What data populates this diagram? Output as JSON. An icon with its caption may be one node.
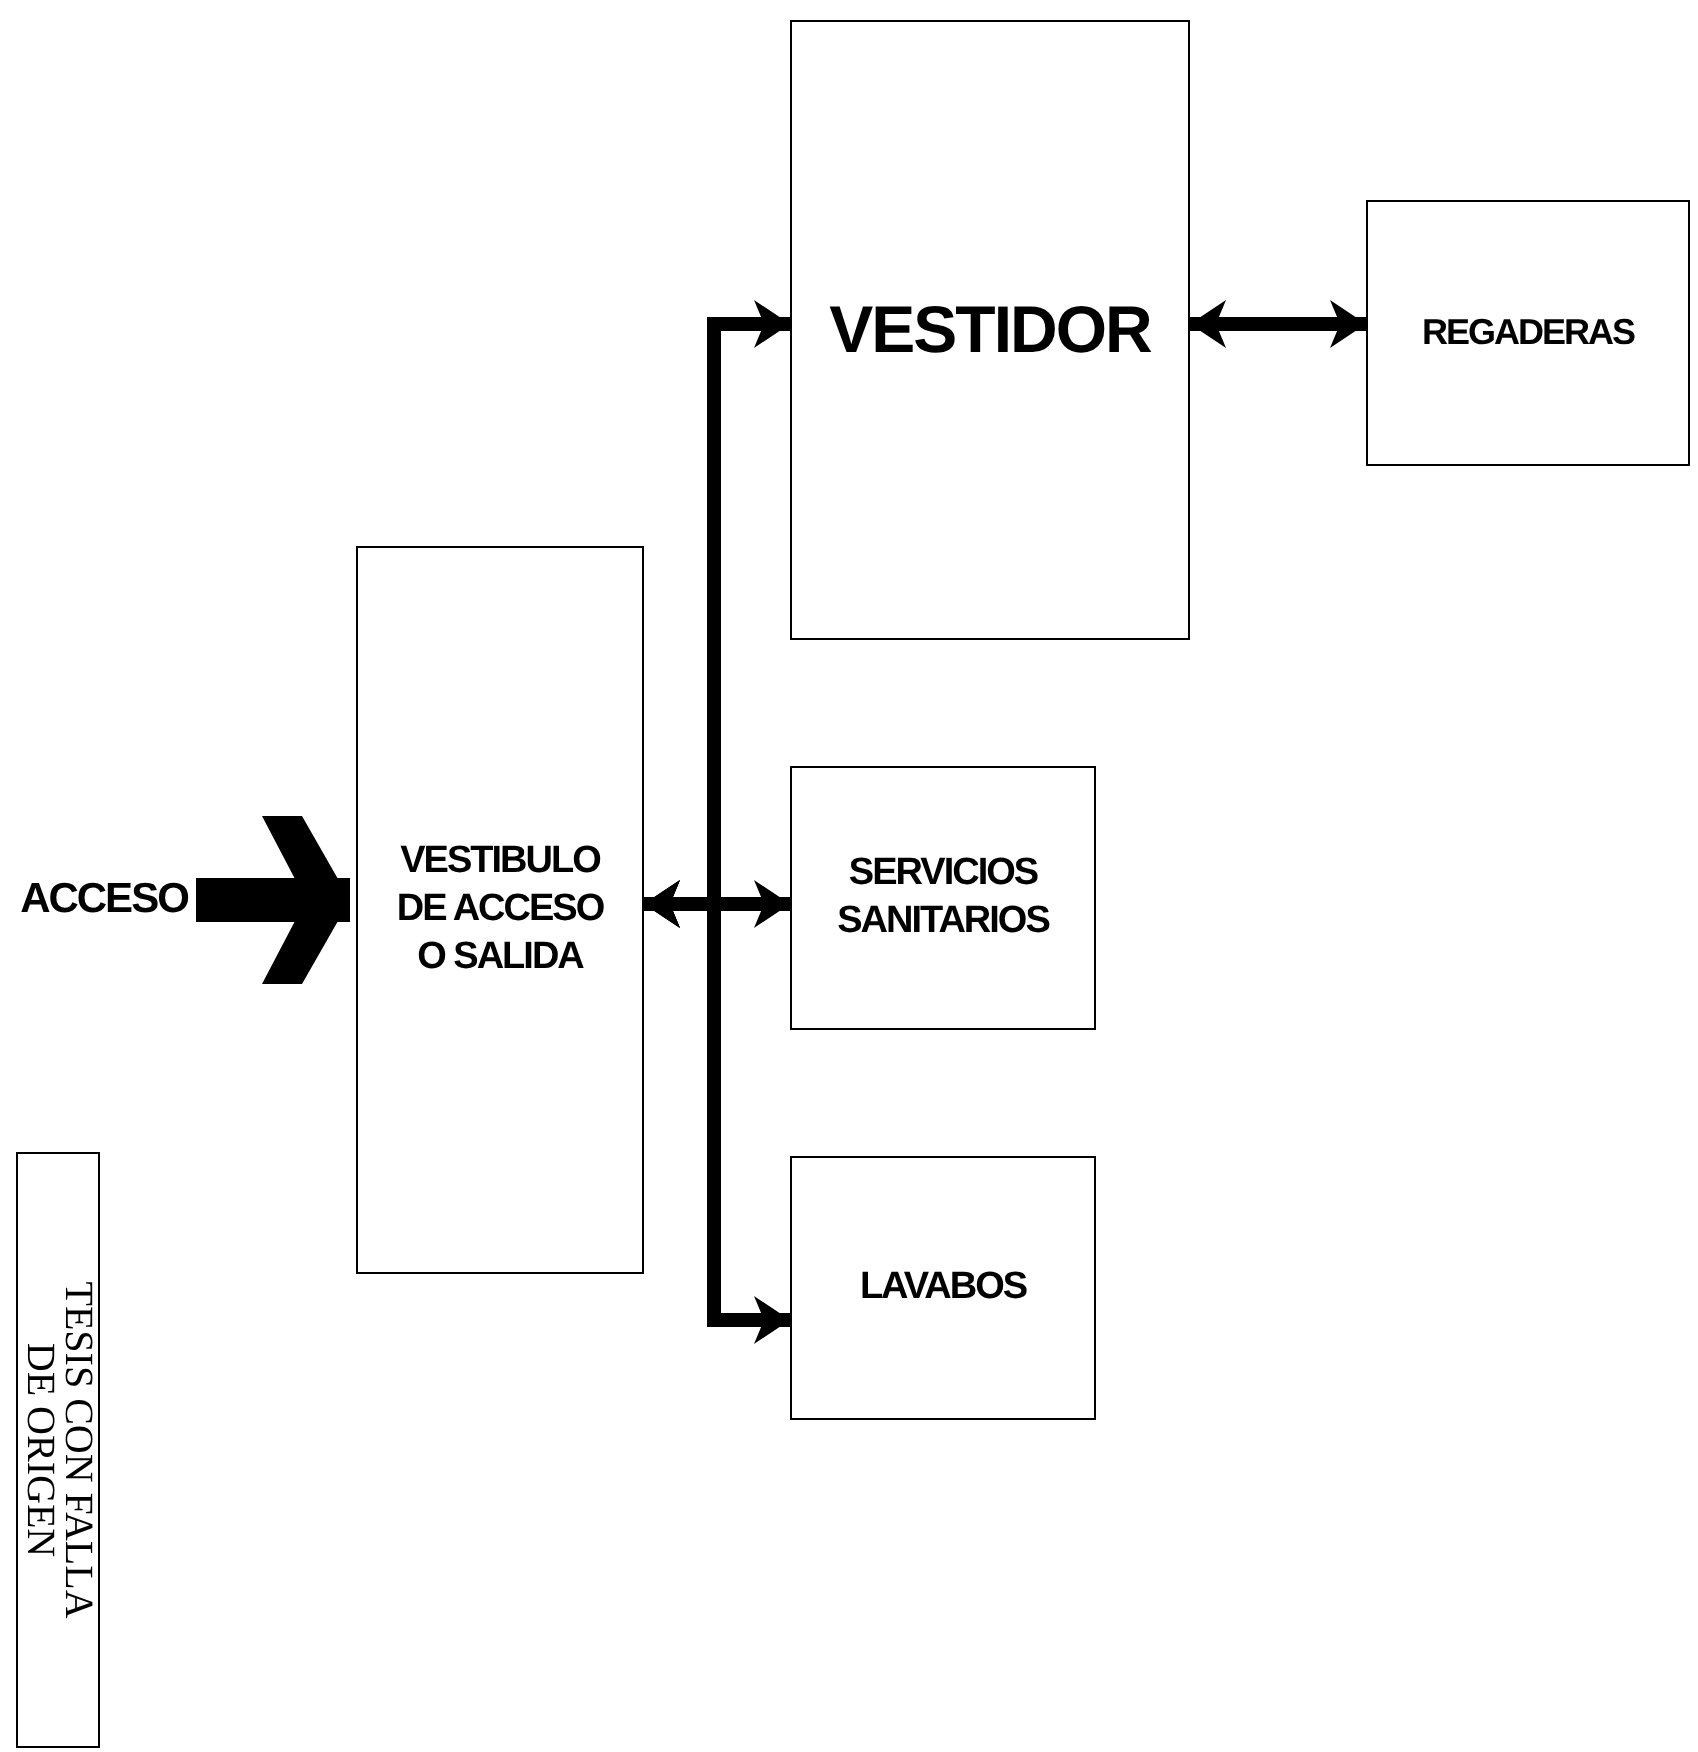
{
  "diagram": {
    "nodes": [
      {
        "text": [
          "ACCESO"
        ]
      },
      {
        "text": [
          "VESTIBULO DE ACCESO O SALIDA"
        ]
      },
      {
        "text": [
          "VESTIDOR"
        ]
      },
      {
        "text": [
          "REGADERAS"
        ]
      },
      {
        "text": [
          "SERVICIOS SANITARIOS"
        ]
      },
      {
        "text": [
          "LAVABOS"
        ]
      },
      {
        "text": [
          "TESIS CON FALLA DE ORIGEN"
        ]
      }
    ],
    "edges": [
      {
        "from": 0,
        "to": 1,
        "arrow": "to",
        "style": "thick"
      },
      {
        "from": 1,
        "to": 2,
        "arrow": "both"
      },
      {
        "from": 1,
        "to": 4,
        "arrow": "both"
      },
      {
        "from": 1,
        "to": 5,
        "arrow": "both"
      },
      {
        "from": 2,
        "to": 3,
        "arrow": "both"
      }
    ]
  }
}
